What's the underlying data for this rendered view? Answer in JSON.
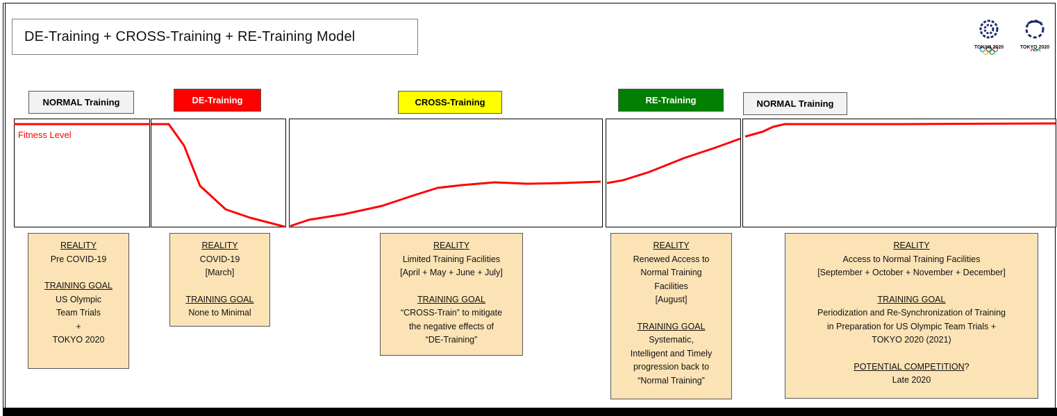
{
  "title": "DE-Training  +  CROSS-Training  +  RE-Training  Model",
  "fitness_label": "Fitness Level",
  "colors": {
    "normal": "#f2f2f2",
    "de": "#ff0000",
    "cross": "#ffff00",
    "re": "#008000",
    "curve": "#ff0000",
    "box": "#fbe3b6"
  },
  "logos": [
    {
      "icon": "tokyo-2020-olympic-emblem",
      "label": "TOKYO 2020"
    },
    {
      "icon": "tokyo-2020-paralympic-emblem",
      "label": "TOKYO 2020"
    }
  ],
  "phases": [
    {
      "label": "NORMAL Training"
    },
    {
      "label": "DE-Training"
    },
    {
      "label": "CROSS-Training"
    },
    {
      "label": "RE-Training"
    },
    {
      "label": "NORMAL Training"
    }
  ],
  "boxes": [
    {
      "reality_heading": "REALITY",
      "reality_lines": [
        "Pre COVID-19"
      ],
      "goal_heading": "TRAINING  GOAL",
      "goal_lines": [
        "US Olympic",
        "Team Trials",
        "+",
        "TOKYO 2020"
      ]
    },
    {
      "reality_heading": "REALITY",
      "reality_lines": [
        "COVID-19",
        "[March]"
      ],
      "goal_heading": "TRAINING  GOAL",
      "goal_lines": [
        "None to Minimal"
      ]
    },
    {
      "reality_heading": "REALITY",
      "reality_lines": [
        "Limited  Training Facilities",
        "[April + May + June + July]"
      ],
      "goal_heading": "TRAINING  GOAL",
      "goal_lines": [
        "“CROSS-Train” to mitigate",
        "the negative effects of",
        "“DE-Training”"
      ]
    },
    {
      "reality_heading": "REALITY",
      "reality_lines": [
        "Renewed Access to",
        "Normal Training",
        "Facilities",
        "[August]"
      ],
      "goal_heading": "TRAINING  GOAL",
      "goal_lines": [
        "Systematic,",
        "Intelligent and Timely",
        "progression back to",
        "“Normal Training”"
      ]
    },
    {
      "reality_heading": "REALITY",
      "reality_lines": [
        "Access to Normal Training Facilities",
        "[September  + October + November  + December]"
      ],
      "goal_heading": "TRAINING  GOAL",
      "goal_lines": [
        "Periodization and Re-Synchronization of Training",
        "in Preparation for US Olympic Team Trials +",
        "TOKYO 2020 (2021)"
      ],
      "extra_heading": "POTENTIAL  COMPETITION",
      "extra_suffix": "?",
      "extra_lines": [
        "Late 2020"
      ]
    }
  ]
}
